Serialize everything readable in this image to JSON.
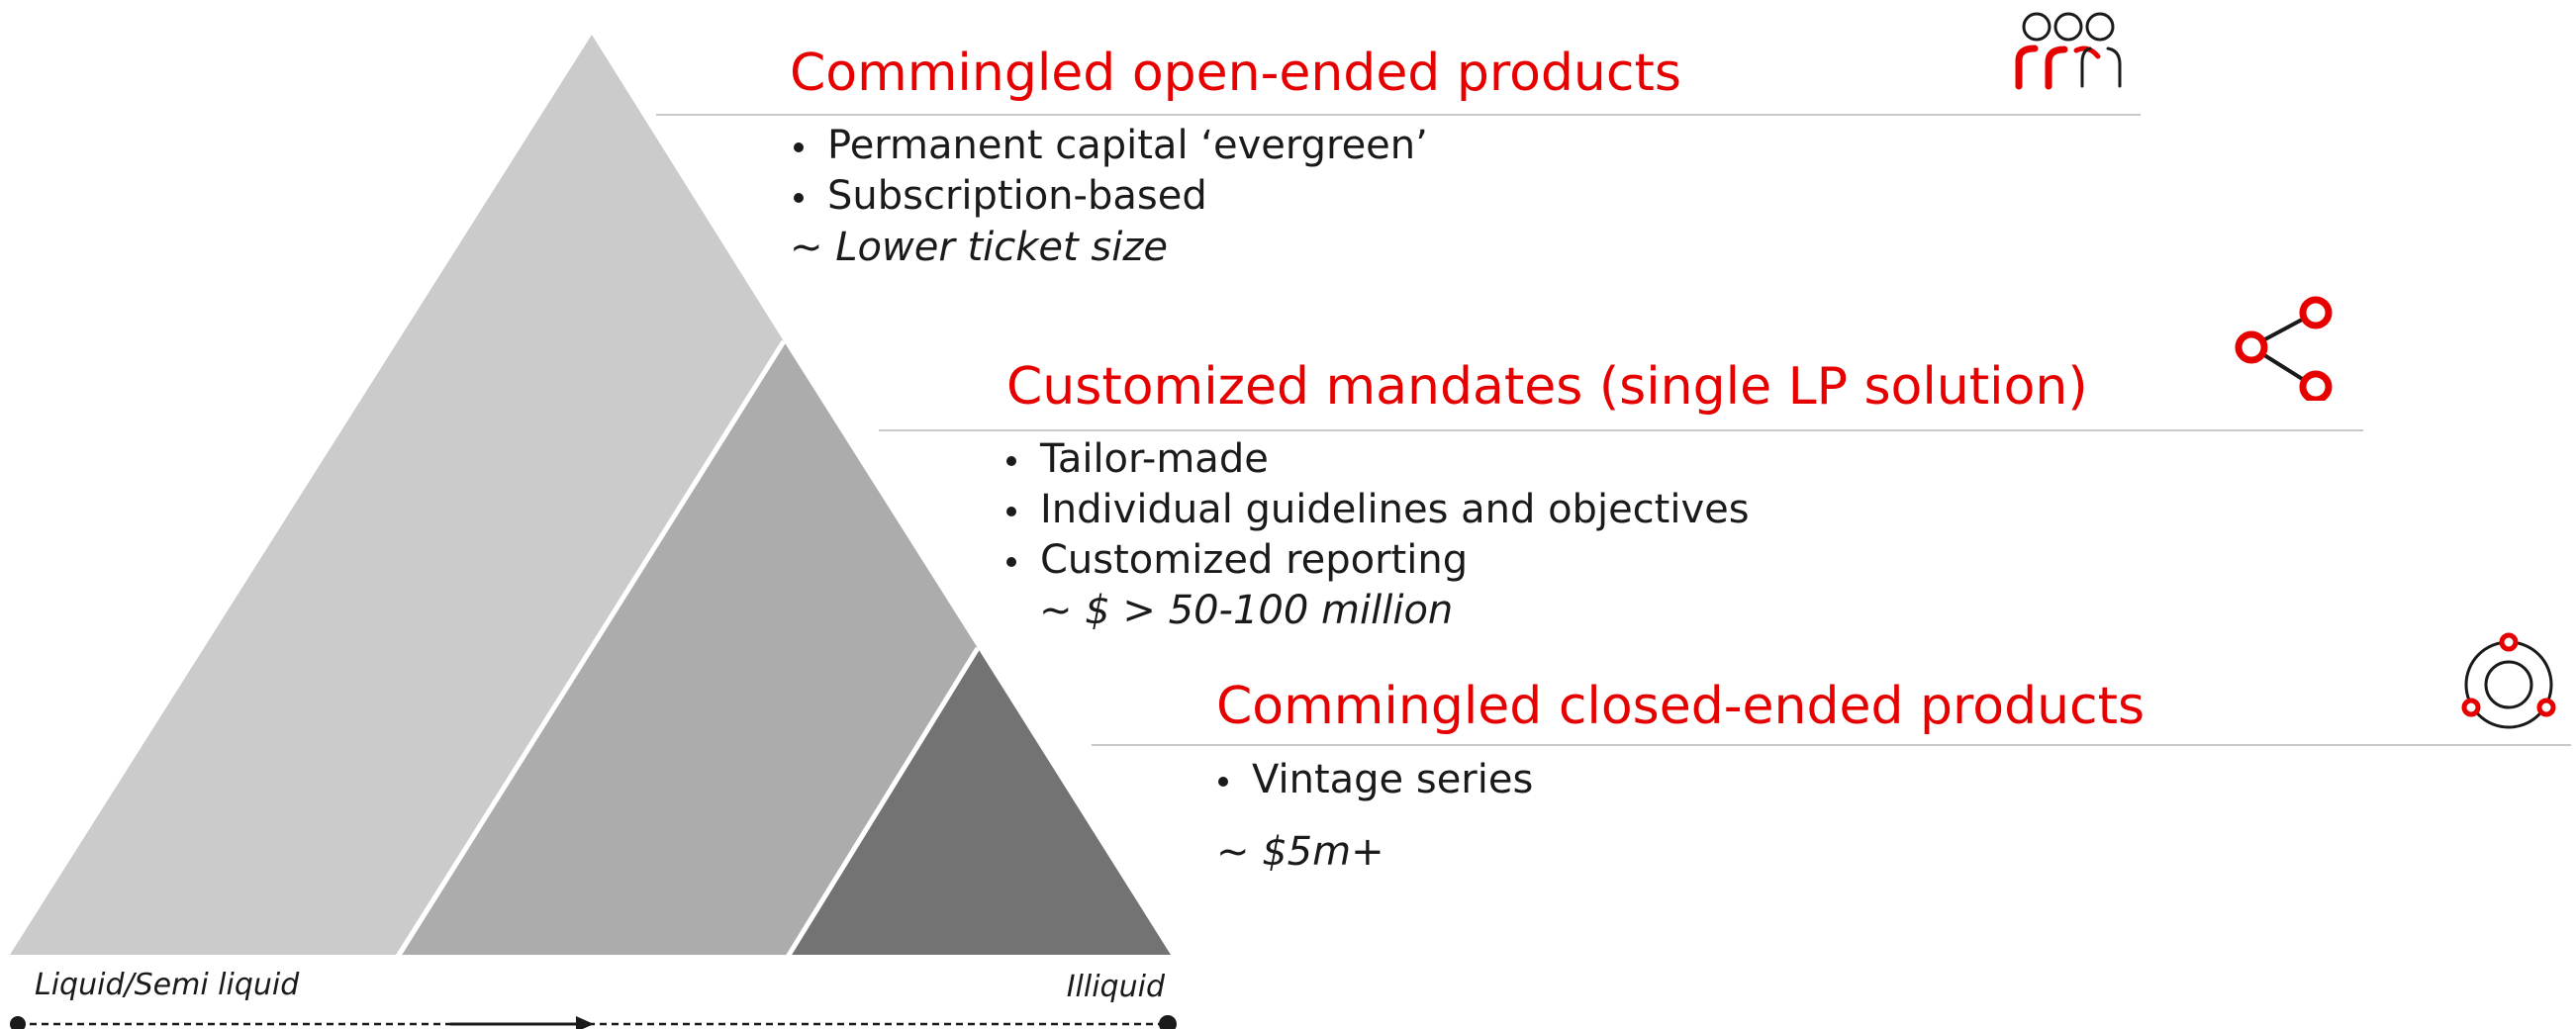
{
  "sections": [
    {
      "title": "Commingled open-ended products",
      "bullets": [
        "Permanent capital ‘evergreen’",
        "Subscription-based"
      ],
      "note": "~ Lower ticket size",
      "icon": "people-group-icon"
    },
    {
      "title": "Customized mandates (single LP solution)",
      "bullets": [
        "Tailor-made",
        "Individual guidelines and objectives",
        "Customized reporting"
      ],
      "note": "~ $ > 50-100 million",
      "icon": "share-nodes-icon"
    },
    {
      "title": "Commingled closed-ended products",
      "bullets": [
        "Vintage series"
      ],
      "note": "~ $5m+",
      "icon": "orbit-cycle-icon"
    }
  ],
  "axis": {
    "left_label": "Liquid/Semi liquid",
    "right_label": "Illiquid"
  },
  "colors": {
    "accent": "#e60000",
    "tier_light": "#cbcbcb",
    "tier_mid": "#acacac",
    "tier_dark": "#737373",
    "rule": "#c8c8c8",
    "text": "#1a1a1a"
  }
}
